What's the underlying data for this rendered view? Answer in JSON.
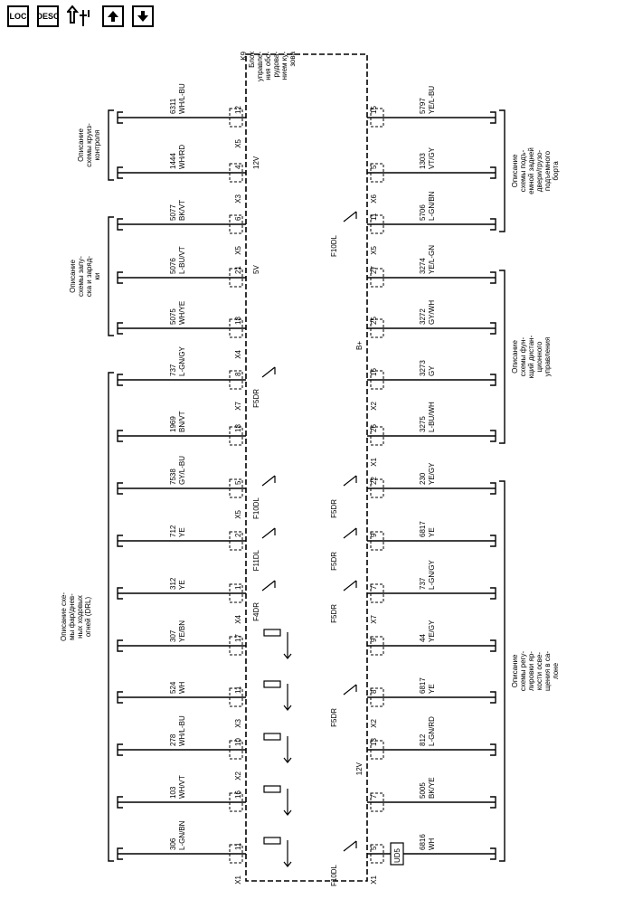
{
  "toolbar": {
    "loc_label": "LOC",
    "desc_label": "DESC"
  },
  "module": {
    "id": "K9",
    "label_lines": [
      "K9",
      "Блок",
      "управле-",
      "ния обо-",
      "рудова-",
      "нием ку-",
      "зова"
    ]
  },
  "descriptions": [
    {
      "lines": [
        "Описание",
        "схемы круиз-",
        "контроля"
      ]
    },
    {
      "lines": [
        "Описание",
        "схемы запу-",
        "ска и заряд-",
        "ки"
      ]
    },
    {
      "lines": [
        "Описание схе-",
        "мы фар/днев-",
        "ных ходовых",
        "огней (DRL)"
      ]
    },
    {
      "lines": [
        "Описание",
        "схемы подъ-",
        "емной задней",
        "двери/грузо-",
        "подъемного",
        "борта"
      ]
    },
    {
      "lines": [
        "Описание",
        "схемы фун-",
        "кций дистан-",
        "ционного",
        "управления"
      ]
    },
    {
      "lines": [
        "Описание",
        "схемы регу-",
        "лировки яр-",
        "кости осве-",
        "щения в са-",
        "лоне"
      ]
    }
  ],
  "connectors": [
    "X1",
    "X2",
    "X3",
    "X4",
    "X5",
    "X6",
    "X7"
  ],
  "left_circuits": [
    {
      "circuit": "6311",
      "color": "WH/L-BU",
      "pin": "12",
      "conn": "X5"
    },
    {
      "circuit": "1444",
      "color": "WH/RD",
      "pin": "4",
      "conn": "X3",
      "note": "12V"
    },
    {
      "circuit": "5077",
      "color": "BK/VT",
      "pin": "6",
      "conn": "X5"
    },
    {
      "circuit": "5076",
      "color": "L-BU/VT",
      "pin": "21",
      "conn": "",
      "note": "5V"
    },
    {
      "circuit": "5075",
      "color": "WH/YE",
      "pin": "18",
      "conn": "X4"
    },
    {
      "circuit": "737",
      "color": "L-GN/GY",
      "pin": "8",
      "conn": "X7",
      "sw": "F5DR"
    },
    {
      "circuit": "1969",
      "color": "BN/VT",
      "pin": "18",
      "conn": ""
    },
    {
      "circuit": "7538",
      "color": "GY/L-BU",
      "pin": "5",
      "conn": "X5",
      "sw": "F10DL"
    },
    {
      "circuit": "712",
      "color": "YE",
      "pin": "2",
      "conn": "",
      "sw": "F11DL"
    },
    {
      "circuit": "312",
      "color": "YE",
      "pin": "1",
      "conn": "X4",
      "sw": "F4DR"
    },
    {
      "circuit": "307",
      "color": "YE/BN",
      "pin": "17",
      "conn": ""
    },
    {
      "circuit": "524",
      "color": "WH",
      "pin": "11",
      "conn": "X3"
    },
    {
      "circuit": "278",
      "color": "WH/L-BU",
      "pin": "10",
      "conn": "X2"
    },
    {
      "circuit": "103",
      "color": "WH/VT",
      "pin": "16",
      "conn": ""
    },
    {
      "circuit": "306",
      "color": "L-GN/BN",
      "pin": "11",
      "conn": "X1"
    }
  ],
  "right_circuits": [
    {
      "circuit": "5797",
      "color": "YE/L-BU",
      "pin": "15",
      "conn": ""
    },
    {
      "circuit": "1303",
      "color": "VT/GY",
      "pin": "5",
      "conn": "X6"
    },
    {
      "circuit": "5706",
      "color": "L-GN/BN",
      "pin": "11",
      "conn": "X5",
      "sw": "F10DL"
    },
    {
      "circuit": "3274",
      "color": "YE/L-GN",
      "pin": "27",
      "conn": ""
    },
    {
      "circuit": "3272",
      "color": "GY/WH",
      "pin": "25",
      "conn": "",
      "note": "B+"
    },
    {
      "circuit": "3273",
      "color": "GY",
      "pin": "16",
      "conn": "X2"
    },
    {
      "circuit": "3275",
      "color": "L-BU/WH",
      "pin": "26",
      "conn": "X1"
    },
    {
      "circuit": "230",
      "color": "YE/GY",
      "pin": "22",
      "conn": "",
      "sw": "F5DR"
    },
    {
      "circuit": "6817",
      "color": "YE",
      "pin": "9",
      "conn": "",
      "sw": "F5DR"
    },
    {
      "circuit": "737",
      "color": "L-GN/GY",
      "pin": "7",
      "conn": "X7",
      "sw": "F5DR"
    },
    {
      "circuit": "44",
      "color": "YE/GY",
      "pin": "9",
      "conn": ""
    },
    {
      "circuit": "6817",
      "color": "YE",
      "pin": "8",
      "conn": "X2",
      "sw": "F5DR"
    },
    {
      "circuit": "812",
      "color": "L-GN/RD",
      "pin": "13",
      "conn": "",
      "note": "12V"
    },
    {
      "circuit": "5005",
      "color": "BK/YE",
      "pin": "7",
      "conn": ""
    },
    {
      "circuit": "6816",
      "color": "WH",
      "pin": "5",
      "conn": "X1",
      "sw": "F10DL",
      "box": "UD5"
    }
  ]
}
